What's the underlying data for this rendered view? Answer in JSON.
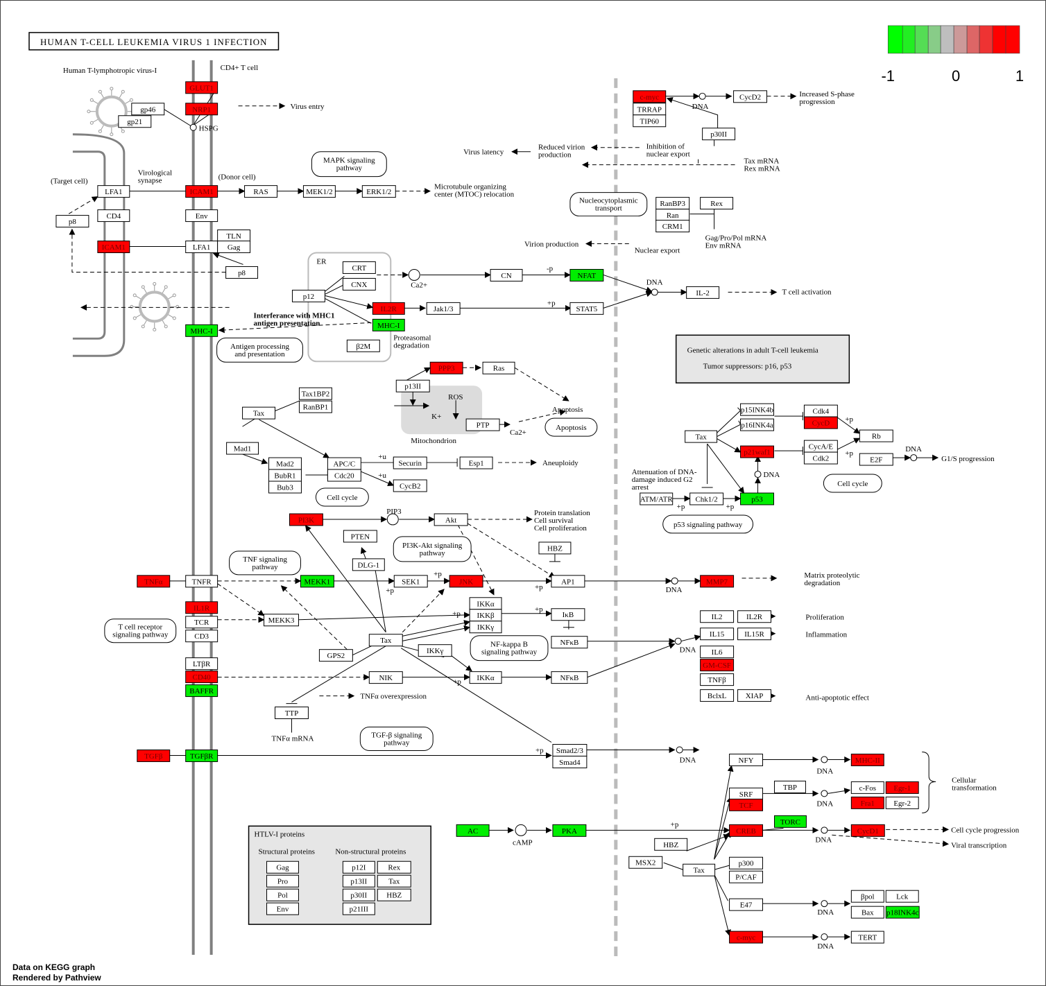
{
  "title": "HUMAN T-CELL LEUKEMIA VIRUS 1 INFECTION",
  "legend": {
    "min": "-1",
    "mid": "0",
    "max": "1",
    "colors": [
      "#00ff00",
      "#22ee22",
      "#55dd55",
      "#88cc88",
      "#bebebe",
      "#cc9999",
      "#dd6666",
      "#ee3333",
      "#ff0000"
    ]
  },
  "footer": {
    "line1": "Data on KEGG graph",
    "line2": "Rendered by Pathview"
  },
  "colors": {
    "up": "#ff0000",
    "down": "#00ee00",
    "neutral": "#ffffff"
  },
  "genes": [
    {
      "label": "GLUT1",
      "c": "up"
    },
    {
      "label": "NRP1",
      "c": "up"
    },
    {
      "label": "gp46",
      "c": "neutral"
    },
    {
      "label": "gp21",
      "c": "neutral"
    },
    {
      "label": "LFA1",
      "c": "neutral"
    },
    {
      "label": "ICAM1",
      "c": "up"
    },
    {
      "label": "RAS",
      "c": "neutral"
    },
    {
      "label": "MEK1/2",
      "c": "neutral"
    },
    {
      "label": "ERK1/2",
      "c": "neutral"
    },
    {
      "label": "CD4",
      "c": "neutral"
    },
    {
      "label": "Env",
      "c": "neutral"
    },
    {
      "label": "p8",
      "c": "neutral"
    },
    {
      "label": "ICAM1",
      "c": "up"
    },
    {
      "label": "LFA1",
      "c": "neutral"
    },
    {
      "label": "TLN",
      "c": "neutral"
    },
    {
      "label": "Gag",
      "c": "neutral"
    },
    {
      "label": "p8",
      "c": "neutral"
    },
    {
      "label": "MHC-I",
      "c": "down"
    },
    {
      "label": "CRT",
      "c": "neutral"
    },
    {
      "label": "CNX",
      "c": "neutral"
    },
    {
      "label": "p12",
      "c": "neutral"
    },
    {
      "label": "IL2R",
      "c": "up"
    },
    {
      "label": "MHC-I",
      "c": "down"
    },
    {
      "label": "β2M",
      "c": "neutral"
    },
    {
      "label": "CN",
      "c": "neutral"
    },
    {
      "label": "NFAT",
      "c": "down"
    },
    {
      "label": "Jak1/3",
      "c": "neutral"
    },
    {
      "label": "STAT5",
      "c": "neutral"
    },
    {
      "label": "IL-2",
      "c": "neutral"
    },
    {
      "label": "c-myc",
      "c": "up"
    },
    {
      "label": "TRRAP",
      "c": "neutral"
    },
    {
      "label": "TIP60",
      "c": "neutral"
    },
    {
      "label": "CycD2",
      "c": "neutral"
    },
    {
      "label": "p30II",
      "c": "neutral"
    },
    {
      "label": "RanBP3",
      "c": "neutral"
    },
    {
      "label": "Ran",
      "c": "neutral"
    },
    {
      "label": "CRM1",
      "c": "neutral"
    },
    {
      "label": "Rex",
      "c": "neutral"
    },
    {
      "label": "PPP3",
      "c": "up"
    },
    {
      "label": "Ras",
      "c": "neutral"
    },
    {
      "label": "p13II",
      "c": "neutral"
    },
    {
      "label": "PTP",
      "c": "neutral"
    },
    {
      "label": "Tax1BP2",
      "c": "neutral"
    },
    {
      "label": "RanBP1",
      "c": "neutral"
    },
    {
      "label": "Tax",
      "c": "neutral"
    },
    {
      "label": "Mad1",
      "c": "neutral"
    },
    {
      "label": "Mad2",
      "c": "neutral"
    },
    {
      "label": "BubR1",
      "c": "neutral"
    },
    {
      "label": "Bub3",
      "c": "neutral"
    },
    {
      "label": "APC/C",
      "c": "neutral"
    },
    {
      "label": "Cdc20",
      "c": "neutral"
    },
    {
      "label": "Securin",
      "c": "neutral"
    },
    {
      "label": "Esp1",
      "c": "neutral"
    },
    {
      "label": "CycB2",
      "c": "neutral"
    },
    {
      "label": "p15INK4b",
      "c": "neutral"
    },
    {
      "label": "p16INK4a",
      "c": "neutral"
    },
    {
      "label": "Cdk4",
      "c": "neutral"
    },
    {
      "label": "CycD",
      "c": "up"
    },
    {
      "label": "Tax",
      "c": "neutral"
    },
    {
      "label": "p21waf1",
      "c": "up"
    },
    {
      "label": "CycA/E",
      "c": "neutral"
    },
    {
      "label": "Cdk2",
      "c": "neutral"
    },
    {
      "label": "Rb",
      "c": "neutral"
    },
    {
      "label": "E2F",
      "c": "neutral"
    },
    {
      "label": "ATM/ATR",
      "c": "neutral"
    },
    {
      "label": "Chk1/2",
      "c": "neutral"
    },
    {
      "label": "p53",
      "c": "down"
    },
    {
      "label": "PI3K",
      "c": "up"
    },
    {
      "label": "Akt",
      "c": "neutral"
    },
    {
      "label": "PTEN",
      "c": "neutral"
    },
    {
      "label": "DLG-1",
      "c": "neutral"
    },
    {
      "label": "HBZ",
      "c": "neutral"
    },
    {
      "label": "TNFα",
      "c": "up"
    },
    {
      "label": "TNFR",
      "c": "neutral"
    },
    {
      "label": "MEKK1",
      "c": "down"
    },
    {
      "label": "SEK1",
      "c": "neutral"
    },
    {
      "label": "JNK",
      "c": "up"
    },
    {
      "label": "AP1",
      "c": "neutral"
    },
    {
      "label": "MMP7",
      "c": "up"
    },
    {
      "label": "IL1R",
      "c": "up"
    },
    {
      "label": "TCR",
      "c": "neutral"
    },
    {
      "label": "CD3",
      "c": "neutral"
    },
    {
      "label": "MEKK3",
      "c": "neutral"
    },
    {
      "label": "IKKα",
      "c": "neutral"
    },
    {
      "label": "IKKβ",
      "c": "neutral"
    },
    {
      "label": "IKKγ",
      "c": "neutral"
    },
    {
      "label": "IκB",
      "c": "neutral"
    },
    {
      "label": "NFκB",
      "c": "neutral"
    },
    {
      "label": "GPS2",
      "c": "neutral"
    },
    {
      "label": "Tax",
      "c": "neutral"
    },
    {
      "label": "IKKγ",
      "c": "neutral"
    },
    {
      "label": "IL2",
      "c": "neutral"
    },
    {
      "label": "IL2R",
      "c": "neutral"
    },
    {
      "label": "IL15",
      "c": "neutral"
    },
    {
      "label": "IL15R",
      "c": "neutral"
    },
    {
      "label": "IL6",
      "c": "neutral"
    },
    {
      "label": "GM-CSF",
      "c": "up"
    },
    {
      "label": "TNFβ",
      "c": "neutral"
    },
    {
      "label": "BclxL",
      "c": "neutral"
    },
    {
      "label": "XIAP",
      "c": "neutral"
    },
    {
      "label": "LTβR",
      "c": "neutral"
    },
    {
      "label": "CD40",
      "c": "up"
    },
    {
      "label": "BAFFR",
      "c": "down"
    },
    {
      "label": "NIK",
      "c": "neutral"
    },
    {
      "label": "IKKα",
      "c": "neutral"
    },
    {
      "label": "NFκB",
      "c": "neutral"
    },
    {
      "label": "TTP",
      "c": "neutral"
    },
    {
      "label": "TGFβ",
      "c": "up"
    },
    {
      "label": "TGFβR",
      "c": "down"
    },
    {
      "label": "Smad2/3",
      "c": "neutral"
    },
    {
      "label": "Smad4",
      "c": "neutral"
    },
    {
      "label": "NFY",
      "c": "neutral"
    },
    {
      "label": "MHC-II",
      "c": "up"
    },
    {
      "label": "SRF",
      "c": "neutral"
    },
    {
      "label": "TCF",
      "c": "up"
    },
    {
      "label": "TBP",
      "c": "neutral"
    },
    {
      "label": "c-Fos",
      "c": "neutral"
    },
    {
      "label": "Egr-1",
      "c": "up"
    },
    {
      "label": "Fra1",
      "c": "up"
    },
    {
      "label": "Egr-2",
      "c": "neutral"
    },
    {
      "label": "AC",
      "c": "down"
    },
    {
      "label": "PKA",
      "c": "down"
    },
    {
      "label": "TORC",
      "c": "down"
    },
    {
      "label": "CREB",
      "c": "up"
    },
    {
      "label": "CycD1",
      "c": "up"
    },
    {
      "label": "HBZ",
      "c": "neutral"
    },
    {
      "label": "MSX2",
      "c": "neutral"
    },
    {
      "label": "Tax",
      "c": "neutral"
    },
    {
      "label": "p300",
      "c": "neutral"
    },
    {
      "label": "P/CAF",
      "c": "neutral"
    },
    {
      "label": "E47",
      "c": "neutral"
    },
    {
      "label": "βpol",
      "c": "neutral"
    },
    {
      "label": "Lck",
      "c": "neutral"
    },
    {
      "label": "Bax",
      "c": "neutral"
    },
    {
      "label": "p18INK4c",
      "c": "down"
    },
    {
      "label": "c-myc",
      "c": "up"
    },
    {
      "label": "TERT",
      "c": "neutral"
    },
    {
      "label": "Gag",
      "c": "neutral"
    },
    {
      "label": "Pro",
      "c": "neutral"
    },
    {
      "label": "Pol",
      "c": "neutral"
    },
    {
      "label": "Env",
      "c": "neutral"
    },
    {
      "label": "p12I",
      "c": "neutral"
    },
    {
      "label": "p13II",
      "c": "neutral"
    },
    {
      "label": "p30II",
      "c": "neutral"
    },
    {
      "label": "p21III",
      "c": "neutral"
    },
    {
      "label": "Rex",
      "c": "neutral"
    },
    {
      "label": "Tax",
      "c": "neutral"
    },
    {
      "label": "HBZ",
      "c": "neutral"
    }
  ],
  "pathways": [
    {
      "label": "MAPK signaling\npathway"
    },
    {
      "label": "Nucleocytoplasmic\ntransport"
    },
    {
      "label": "Antigen processing\nand presentation"
    },
    {
      "label": "Apoptosis"
    },
    {
      "label": "Cell cycle"
    },
    {
      "label": "Cell cycle"
    },
    {
      "label": "p53 signaling pathway"
    },
    {
      "label": "PI3K-Akt signaling\npathway"
    },
    {
      "label": "TNF signaling\npathway"
    },
    {
      "label": "T cell receptor\nsignaling pathway"
    },
    {
      "label": "NF-kappa B\nsignaling pathway"
    },
    {
      "label": "TGF-β signaling\npathway"
    }
  ],
  "texts": [
    {
      "label": "Human T-lymphotropic virus-I"
    },
    {
      "label": "CD4+ T cell"
    },
    {
      "label": "HSPG"
    },
    {
      "label": "Virus entry"
    },
    {
      "label": "Virological\nsynapse"
    },
    {
      "label": "(Target cell)"
    },
    {
      "label": "(Donor cell)"
    },
    {
      "label": "Microtubule organizing\ncenter (MTOC) relocation"
    },
    {
      "label": "ER"
    },
    {
      "label": "Ca2+"
    },
    {
      "label": "-p"
    },
    {
      "label": "+p"
    },
    {
      "label": "DNA"
    },
    {
      "label": "T cell activation"
    },
    {
      "label": "Interferance with MHC1\nantigen presentation"
    },
    {
      "label": "Proteasomal\ndegradation"
    },
    {
      "label": "DNA"
    },
    {
      "label": "Increased S-phase\nprogression"
    },
    {
      "label": "Virus latency"
    },
    {
      "label": "Reduced virion\nproduction"
    },
    {
      "label": "Inhibition of\nnuclear export"
    },
    {
      "label": "Tax mRNA\nRex mRNA"
    },
    {
      "label": "Virion production"
    },
    {
      "label": "Nuclear export"
    },
    {
      "label": "Gag/Pro/Pol mRNA\nEnv mRNA"
    },
    {
      "label": "Genetic alterations in adult T-cell leukemia"
    },
    {
      "label": "Tumor suppressors:  p16, p53"
    },
    {
      "label": "ROS"
    },
    {
      "label": "K+"
    },
    {
      "label": "Ca2+"
    },
    {
      "label": "Mitochondrion"
    },
    {
      "label": "Apoptosis"
    },
    {
      "label": "+u"
    },
    {
      "label": "+u"
    },
    {
      "label": "Aneuploidy"
    },
    {
      "label": "+p"
    },
    {
      "label": "+p"
    },
    {
      "label": "DNA"
    },
    {
      "label": "G1/S progression"
    },
    {
      "label": "DNA"
    },
    {
      "label": "Attenuation of DNA-\ndamage induced G2\narrest"
    },
    {
      "label": "+p"
    },
    {
      "label": "+p"
    },
    {
      "label": "PIP3"
    },
    {
      "label": "Protein translation\nCell survival\nCell proliferation"
    },
    {
      "label": "+p"
    },
    {
      "label": "+p"
    },
    {
      "label": "+p"
    },
    {
      "label": "DNA"
    },
    {
      "label": "Matrix proteolytic\ndegradation"
    },
    {
      "label": "+p"
    },
    {
      "label": "+p"
    },
    {
      "label": "DNA"
    },
    {
      "label": "Proliferation"
    },
    {
      "label": "Inflammation"
    },
    {
      "label": "Anti-apoptotic effect"
    },
    {
      "label": "+p"
    },
    {
      "label": "TNFα overexpression"
    },
    {
      "label": "TNFα mRNA"
    },
    {
      "label": "+p"
    },
    {
      "label": "DNA"
    },
    {
      "label": "DNA"
    },
    {
      "label": "DNA"
    },
    {
      "label": "Cellular\ntransformation"
    },
    {
      "label": "cAMP"
    },
    {
      "label": "+p"
    },
    {
      "label": "DNA"
    },
    {
      "label": "Cell cycle progression"
    },
    {
      "label": "Viral transcription"
    },
    {
      "label": "DNA"
    },
    {
      "label": "DNA"
    },
    {
      "label": "HTLV-I proteins"
    },
    {
      "label": "Structural proteins"
    },
    {
      "label": "Non-structural proteins"
    }
  ]
}
